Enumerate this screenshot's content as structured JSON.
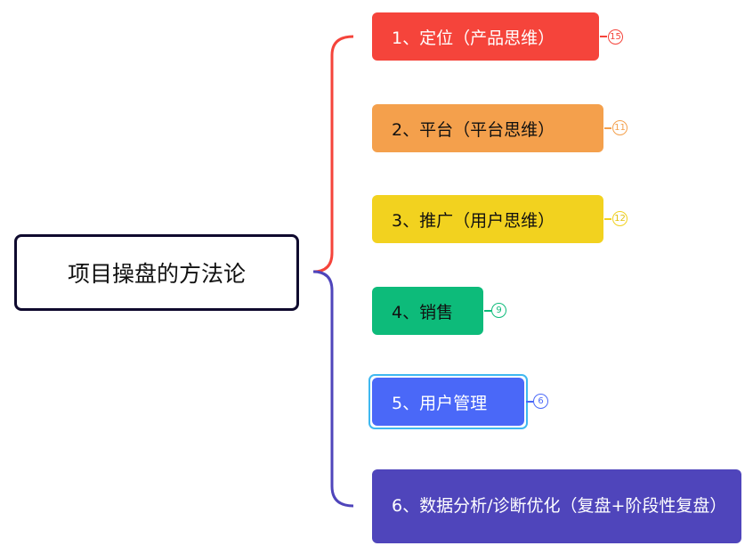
{
  "root": {
    "label": "项目操盘的方法论"
  },
  "nodes": [
    {
      "label": "1、定位（产品思维）",
      "count": "15",
      "color": "#f5443b",
      "text_color": "#ffffff"
    },
    {
      "label": "2、平台（平台思维）",
      "count": "11",
      "color": "#f4a04c",
      "text_color": "#111111"
    },
    {
      "label": "3、推广（用户思维）",
      "count": "12",
      "color": "#f2d21f",
      "text_color": "#111111"
    },
    {
      "label": "4、销售",
      "count": "9",
      "color": "#0dbb7a",
      "text_color": "#111111"
    },
    {
      "label": "5、用户管理",
      "count": "6",
      "color": "#4a68f8",
      "text_color": "#ffffff"
    },
    {
      "label": "6、数据分析/诊断优化（复盘+阶段性复盘）",
      "color": "#4f45bb",
      "text_color": "#ffffff"
    }
  ]
}
